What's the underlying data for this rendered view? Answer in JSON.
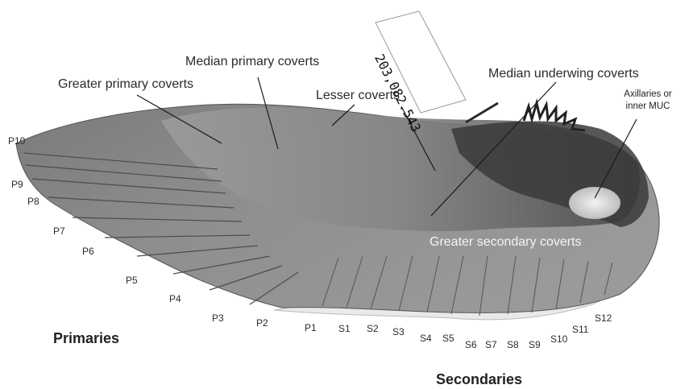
{
  "specimen_tag": "203,082.543",
  "labels": {
    "median_primary_coverts": "Median primary coverts",
    "greater_primary_coverts": "Greater primary coverts",
    "lesser_coverts": "Lesser coverts",
    "median_underwing_coverts": "Median underwing coverts",
    "axillaries_line1": "Axillaries or",
    "axillaries_line2": "inner MUC",
    "greater_secondary_coverts": "Greater secondary coverts"
  },
  "primaries": [
    "P10",
    "P9",
    "P8",
    "P7",
    "P6",
    "P5",
    "P4",
    "P3",
    "P2",
    "P1"
  ],
  "secondaries": [
    "S1",
    "S2",
    "S3",
    "S4",
    "S5",
    "S6",
    "S7",
    "S8",
    "S9",
    "S10",
    "S11",
    "S12"
  ],
  "headings": {
    "primaries": "Primaries",
    "secondaries": "Secondaries"
  }
}
